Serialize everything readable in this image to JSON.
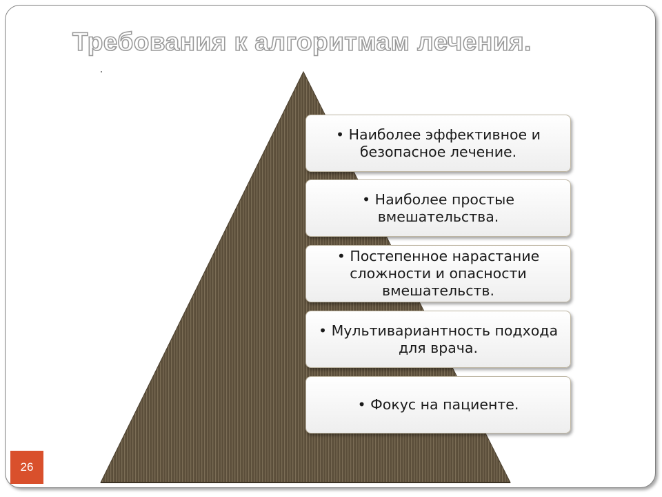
{
  "slide": {
    "title": "Требования к алгоритмам лечения.",
    "page_number": "26"
  },
  "pyramid": {
    "fill_color": "#5b4e3a",
    "stripe_color": "#7a6c55"
  },
  "levels": [
    {
      "text": "• Наиболее эффективное и безопасное лечение."
    },
    {
      "text": "• Наиболее простые вмешательства."
    },
    {
      "text": "• Постепенное нарастание сложности и опасности вмешательств."
    },
    {
      "text": "• Мультивариантность подхода для врача."
    },
    {
      "text": "• Фокус на пациенте."
    }
  ],
  "colors": {
    "accent": "#d9502c",
    "box_border": "#bdb5a2",
    "title_outline": "#9a9a9a"
  }
}
